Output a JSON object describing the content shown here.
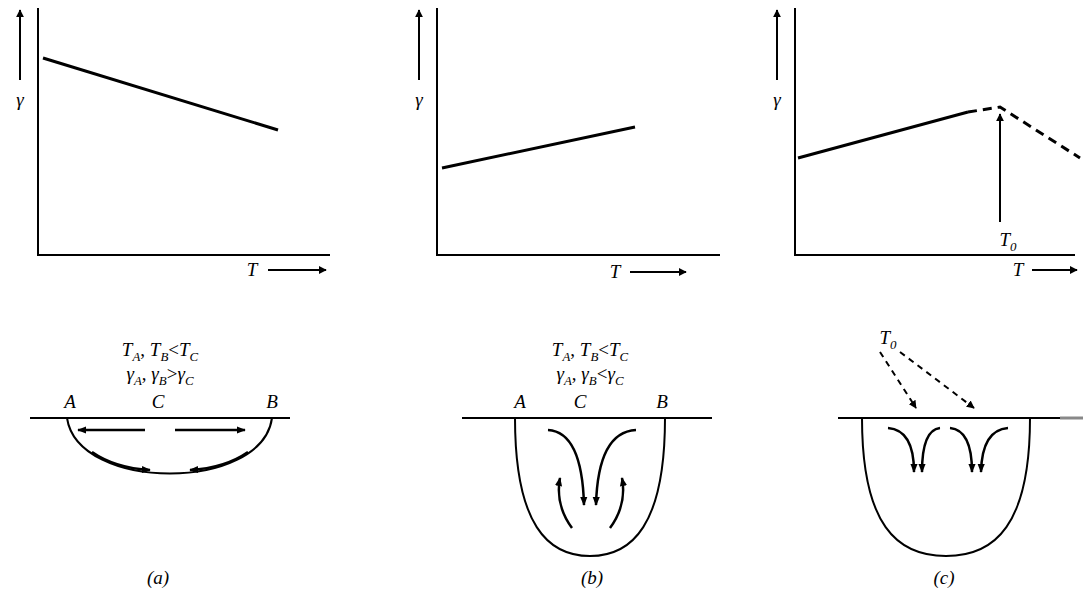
{
  "diagram": {
    "labels": [
      "γ",
      "T",
      "γ",
      "T",
      "γ",
      "T",
      "T0",
      "TA, TB<TC",
      "γA, γB>γC",
      "A",
      "C",
      "B",
      "(a)",
      "TA, TB<TC",
      "γA, γB<γC",
      "A",
      "C",
      "B",
      "(b)",
      "T0",
      "(c)"
    ]
  }
}
